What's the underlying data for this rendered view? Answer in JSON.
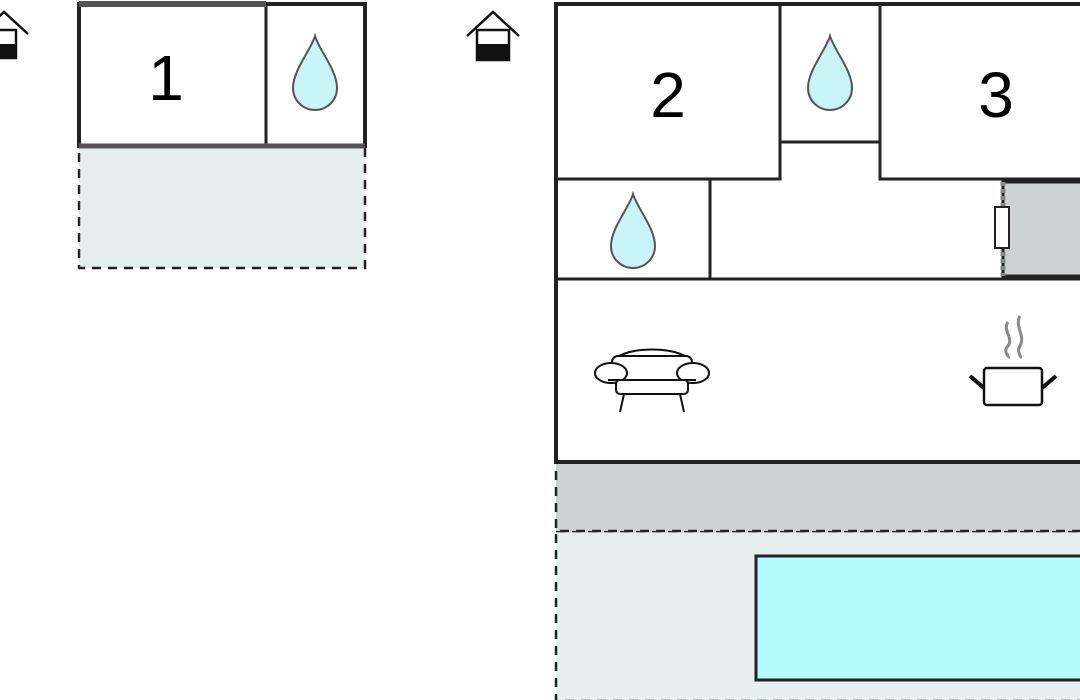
{
  "rooms": {
    "bedroom_1": {
      "label": "1"
    },
    "bedroom_2": {
      "label": "2"
    },
    "bedroom_3": {
      "label": "3"
    }
  },
  "icons": {
    "entrance": "house-entrance-icon",
    "bathroom": "water-drop-icon",
    "living": "sofa-icon",
    "kitchen": "cooking-pot-icon"
  },
  "colors": {
    "wall": "#1f1f1f",
    "water": "#c9f4f8",
    "terrace": "#e6eeee",
    "covered_terrace": "#cdd3d3",
    "pool": "#b3fbfd",
    "annex": "#cdd3d3"
  }
}
